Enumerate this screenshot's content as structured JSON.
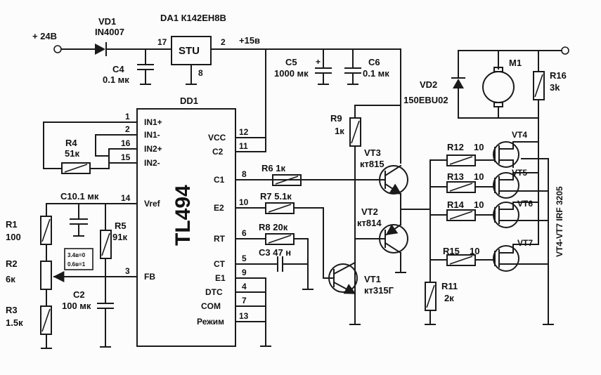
{
  "supply": {
    "in_label": "+ 24В",
    "rail_label": "+15в"
  },
  "vd1": {
    "ref": "VD1",
    "part": "IN4007"
  },
  "da1": {
    "title": "DA1  К142ЕН8В",
    "body": "STU",
    "pin_in": "17",
    "pin_out": "2",
    "pin_gnd": "8"
  },
  "c4": {
    "ref": "C4",
    "value": "0.1 мк"
  },
  "c5": {
    "ref": "C5",
    "value": "1000 мк",
    "plus": "+"
  },
  "c6": {
    "ref": "C6",
    "value": "0.1 мк"
  },
  "dd1": {
    "ref": "DD1",
    "chip": "TL494",
    "left_pins": [
      {
        "num": "1",
        "name": "IN1+"
      },
      {
        "num": "2",
        "name": "IN1-"
      },
      {
        "num": "16",
        "name": "IN2+"
      },
      {
        "num": "15",
        "name": "IN2-"
      },
      {
        "num": "14",
        "name": "Vref"
      },
      {
        "num": "3",
        "name": "FB"
      }
    ],
    "right_pins": [
      {
        "num": "12",
        "name": "VCC"
      },
      {
        "num": "11",
        "name": "C2"
      },
      {
        "num": "8",
        "name": "C1"
      },
      {
        "num": "10",
        "name": "E2"
      },
      {
        "num": "6",
        "name": "RT"
      },
      {
        "num": "5",
        "name": "CT"
      },
      {
        "num": "9",
        "name": "E1"
      },
      {
        "num": "4",
        "name": "DTC"
      },
      {
        "num": "7",
        "name": "COM"
      },
      {
        "num": "13",
        "name": "Режим"
      }
    ]
  },
  "r4": {
    "ref": "R4",
    "value": "51к"
  },
  "c1": {
    "label": "C10.1 мк"
  },
  "r1": {
    "ref": "R1",
    "value": "100"
  },
  "r2": {
    "ref": "R2",
    "value": "6к"
  },
  "r3": {
    "ref": "R3",
    "value": "1.5к"
  },
  "r5": {
    "ref": "R5",
    "value": "91к"
  },
  "c2": {
    "ref": "C2",
    "value": "100 мк"
  },
  "note": {
    "line1": "3.4в=0",
    "line2": "0.6в=1"
  },
  "r6": {
    "label": "R6 1к"
  },
  "r7": {
    "label": "R7 5.1к"
  },
  "r8": {
    "label": "R8  20к"
  },
  "c3": {
    "label": "C3 47 н"
  },
  "r9": {
    "ref": "R9",
    "value": "1к"
  },
  "vt3": {
    "ref": "VT3",
    "part": "кт815"
  },
  "vt2": {
    "ref": "VT2",
    "part": "кт814"
  },
  "vt1": {
    "ref": "VT1",
    "part": "кт315Г"
  },
  "vd2": {
    "ref": "VD2",
    "part": "150EBU02"
  },
  "m1": {
    "ref": "M1"
  },
  "r16": {
    "ref": "R16",
    "value": "3k"
  },
  "fets": [
    {
      "ref": "VT4",
      "res": "R12",
      "rval": "10"
    },
    {
      "ref": "VT5",
      "res": "R13",
      "rval": "10"
    },
    {
      "ref": "VT6",
      "res": "R14",
      "rval": "10"
    },
    {
      "ref": "VT7",
      "res": "R15",
      "rval": "10"
    }
  ],
  "fet_group_label": "VT4-VT7  IRF 3205",
  "r11": {
    "ref": "R11",
    "value": "2к"
  }
}
